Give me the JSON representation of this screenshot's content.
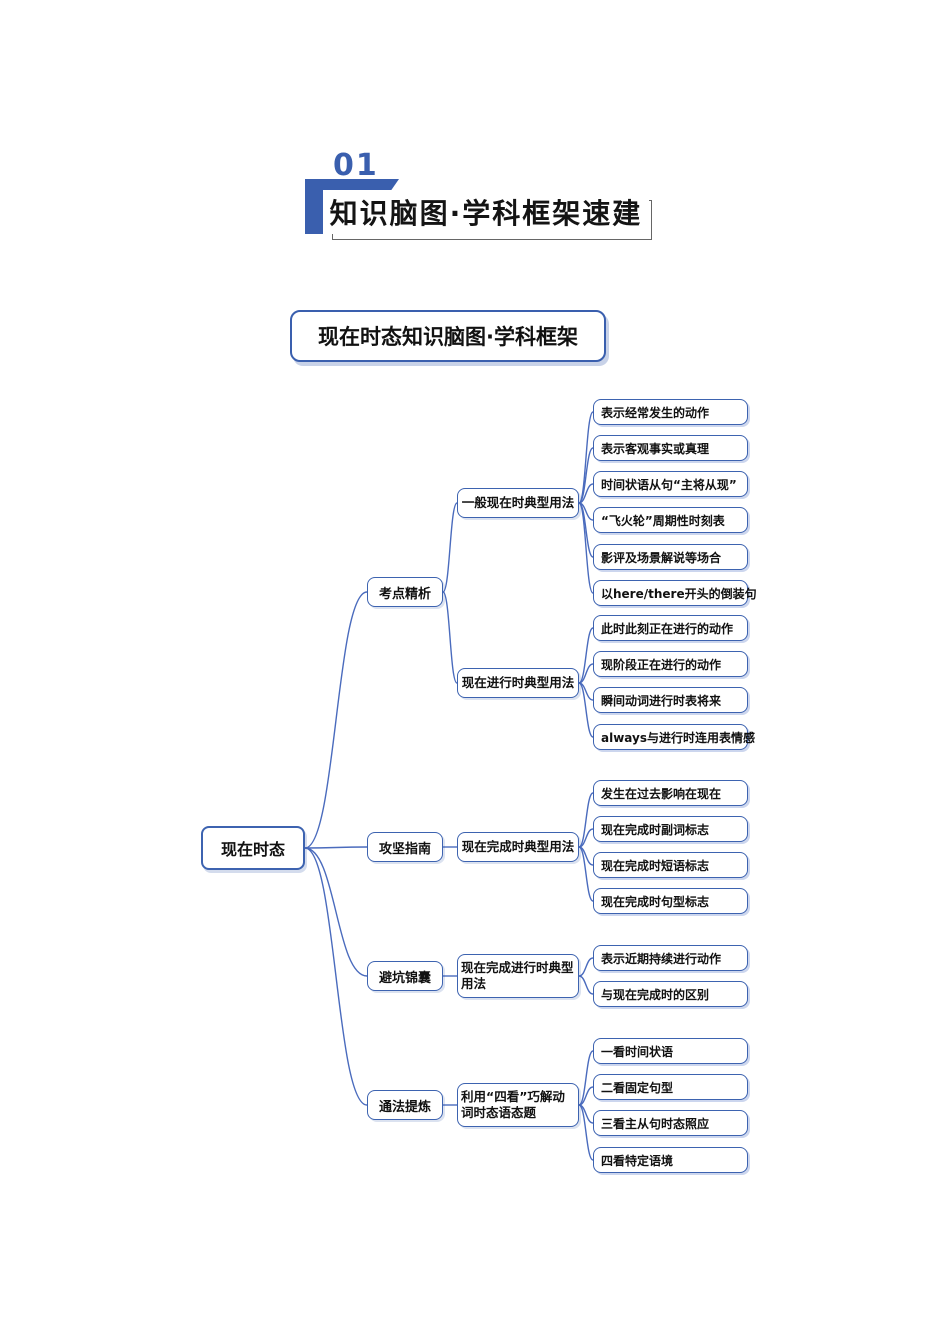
{
  "header": {
    "number": "01",
    "title": "知识脑图·学科框架速建"
  },
  "subject_title": "现在时态知识脑图·学科框架",
  "colors": {
    "accent_blue": "#3a5fae",
    "line_blue": "#4a6bbd",
    "text": "#111111"
  },
  "mindmap": {
    "root": "现在时态",
    "branches": [
      {
        "label": "考点精析",
        "children": [
          {
            "label": "一般现在时典型用法",
            "leaves": [
              "表示经常发生的动作",
              "表示客观事实或真理",
              "时间状语从句“主将从现”",
              "“飞火轮”周期性时刻表",
              "影评及场景解说等场合",
              "以here/there开头的倒装句"
            ]
          },
          {
            "label": "现在进行时典型用法",
            "leaves": [
              "此时此刻正在进行的动作",
              "现阶段正在进行的动作",
              "瞬间动词进行时表将来",
              "always与进行时连用表情感"
            ]
          }
        ]
      },
      {
        "label": "攻坚指南",
        "children": [
          {
            "label": "现在完成时典型用法",
            "leaves": [
              "发生在过去影响在现在",
              "现在完成时副词标志",
              "现在完成时短语标志",
              "现在完成时句型标志"
            ]
          }
        ]
      },
      {
        "label": "避坑锦囊",
        "children": [
          {
            "label": "现在完成进行时典型用法",
            "leaves": [
              "表示近期持续进行动作",
              "与现在完成时的区别"
            ]
          }
        ]
      },
      {
        "label": "通法提炼",
        "children": [
          {
            "label": "利用“四看”巧解动词时态语态题",
            "leaves": [
              "一看时间状语",
              "二看固定句型",
              "三看主从句时态照应",
              "四看特定语境"
            ]
          }
        ]
      }
    ]
  }
}
